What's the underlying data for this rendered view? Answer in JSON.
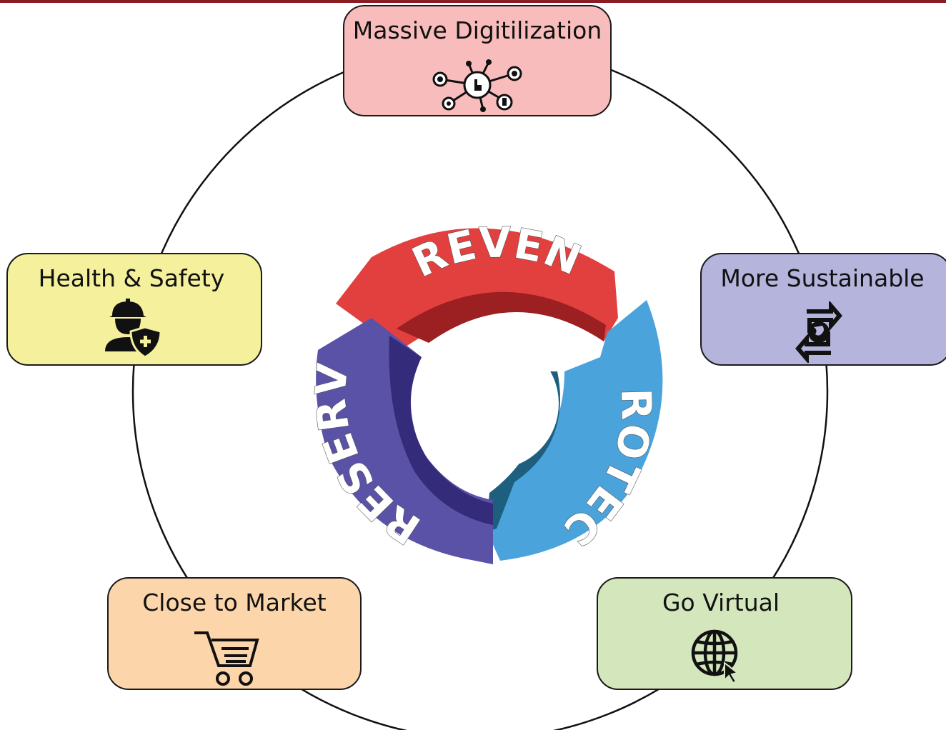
{
  "center": {
    "segments": [
      {
        "label": "PREVENT",
        "color": "#e2403f",
        "dark": "#9c1f22"
      },
      {
        "label": "PROTECT",
        "color": "#4ba3dc",
        "dark": "#1e5e7e"
      },
      {
        "label": "PRESERVE",
        "color": "#5a52a6",
        "dark": "#342b7a"
      }
    ]
  },
  "cards": {
    "digitilization": {
      "label": "Massive Digitilization",
      "icon": "network-hub-icon",
      "color": "#f8bcbc"
    },
    "sustainable": {
      "label": "More Sustainable",
      "icon": "recycle-globe-icon",
      "color": "#b4b4dc"
    },
    "virtual": {
      "label": "Go Virtual",
      "icon": "globe-cursor-icon",
      "color": "#d4e6bc"
    },
    "market": {
      "label": "Close to Market",
      "icon": "shopping-cart-icon",
      "color": "#fcd6aa"
    },
    "safety": {
      "label": "Health & Safety",
      "icon": "worker-shield-icon",
      "color": "#f4f09c"
    }
  }
}
